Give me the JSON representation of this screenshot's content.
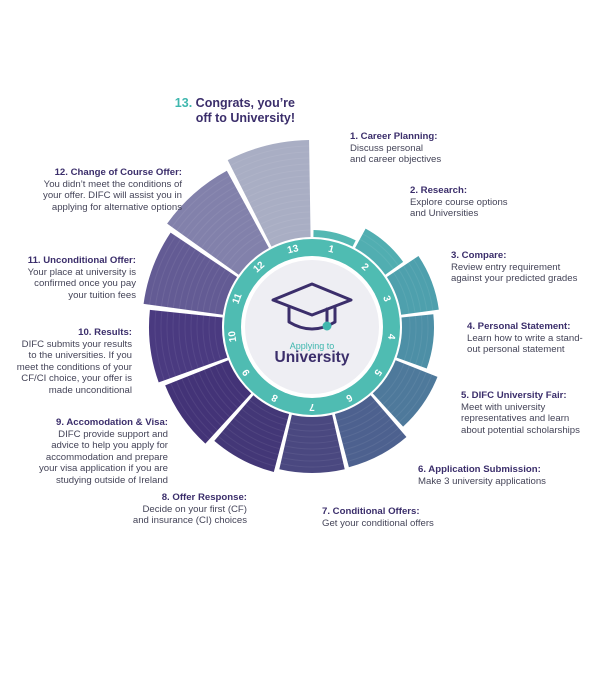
{
  "final": {
    "number": "13.",
    "line1": "Congrats, you’re",
    "line2": "off to University!"
  },
  "center": {
    "subtitle": "Applying to",
    "title": "University"
  },
  "ring_numbers": [
    "1",
    "2",
    "3",
    "4",
    "5",
    "6",
    "7",
    "8",
    "9",
    "10",
    "11",
    "12",
    "13"
  ],
  "steps": [
    {
      "title": "1. Career Planning:",
      "lines": [
        "Discuss personal",
        "and career objectives"
      ]
    },
    {
      "title": "2. Research:",
      "lines": [
        "Explore course options",
        "and Universities"
      ]
    },
    {
      "title": "3. Compare:",
      "lines": [
        "Review entry requirement",
        "against your predicted grades"
      ]
    },
    {
      "title": "4. Personal Statement:",
      "lines": [
        "Learn how to write a stand-",
        "out personal statement"
      ]
    },
    {
      "title": "5. DIFC University Fair:",
      "lines": [
        "Meet with university",
        "representatives and learn",
        "about potential scholarships"
      ]
    },
    {
      "title": "6. Application Submission:",
      "lines": [
        "Make 3 university applications"
      ]
    },
    {
      "title": "7. Conditional Offers:",
      "lines": [
        "Get your conditional offers"
      ]
    },
    {
      "title": "8. Offer Response:",
      "lines": [
        "Decide on your first (CF)",
        "and insurance (CI) choices"
      ]
    },
    {
      "title": "9. Accomodation & Visa:",
      "lines": [
        "DIFC provide support and",
        "advice  to help you apply for",
        "accommodation and prepare",
        "your visa application if you are",
        "studying outside of Ireland"
      ]
    },
    {
      "title": "10. Results:",
      "lines": [
        "DIFC submits your results",
        "to the universities. If you",
        "meet the conditions of your",
        "CF/CI choice, your offer is",
        "made unconditional"
      ]
    },
    {
      "title": "11. Unconditional Offer:",
      "lines": [
        "Your place at university is",
        "confirmed once you pay",
        "your tuition fees"
      ]
    },
    {
      "title": "12. Change of Course Offer:",
      "lines": [
        "You didn’t meet the conditions of",
        "your offer. DIFC will assist you in",
        "applying for alternative options"
      ]
    }
  ],
  "colors": {
    "teal": "#3fb7ae",
    "purple_dark": "#3b2e6b",
    "ring": "#4fbcb2",
    "inner_disc": "#eeeef3"
  }
}
